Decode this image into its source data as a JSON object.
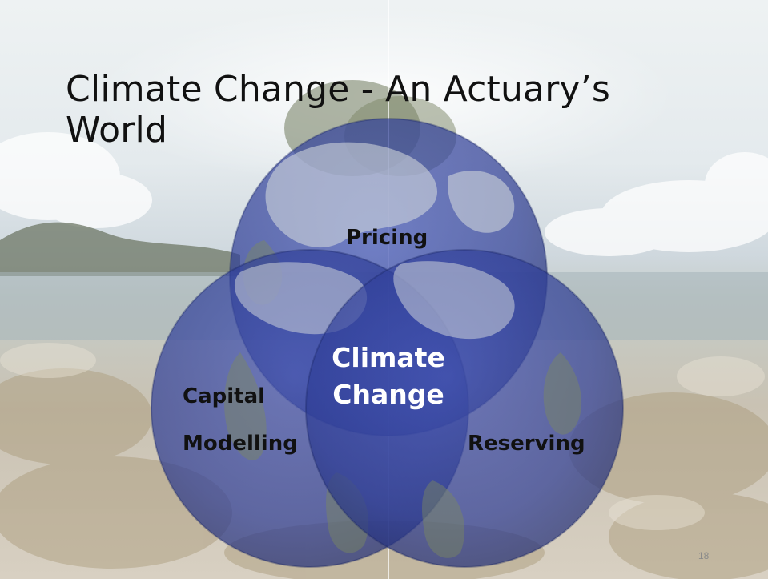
{
  "slide": {
    "title": "Climate Change - An Actuary’s World",
    "page_number": "18"
  },
  "diagram": {
    "circles": [
      {
        "label": "Pricing"
      },
      {
        "label_line1": "Capital",
        "label_line2": "Modelling"
      },
      {
        "label": "Reserving"
      }
    ],
    "center_line1": "Climate",
    "center_line2": "Change",
    "circle_fill": "#2f3f9f",
    "center_text_color": "#ffffff"
  },
  "background": {
    "sky_color": "#e9eef0",
    "land_color": "#5f6b55",
    "water_color": "#a9b7bd",
    "reef_color": "#b7a98c"
  }
}
